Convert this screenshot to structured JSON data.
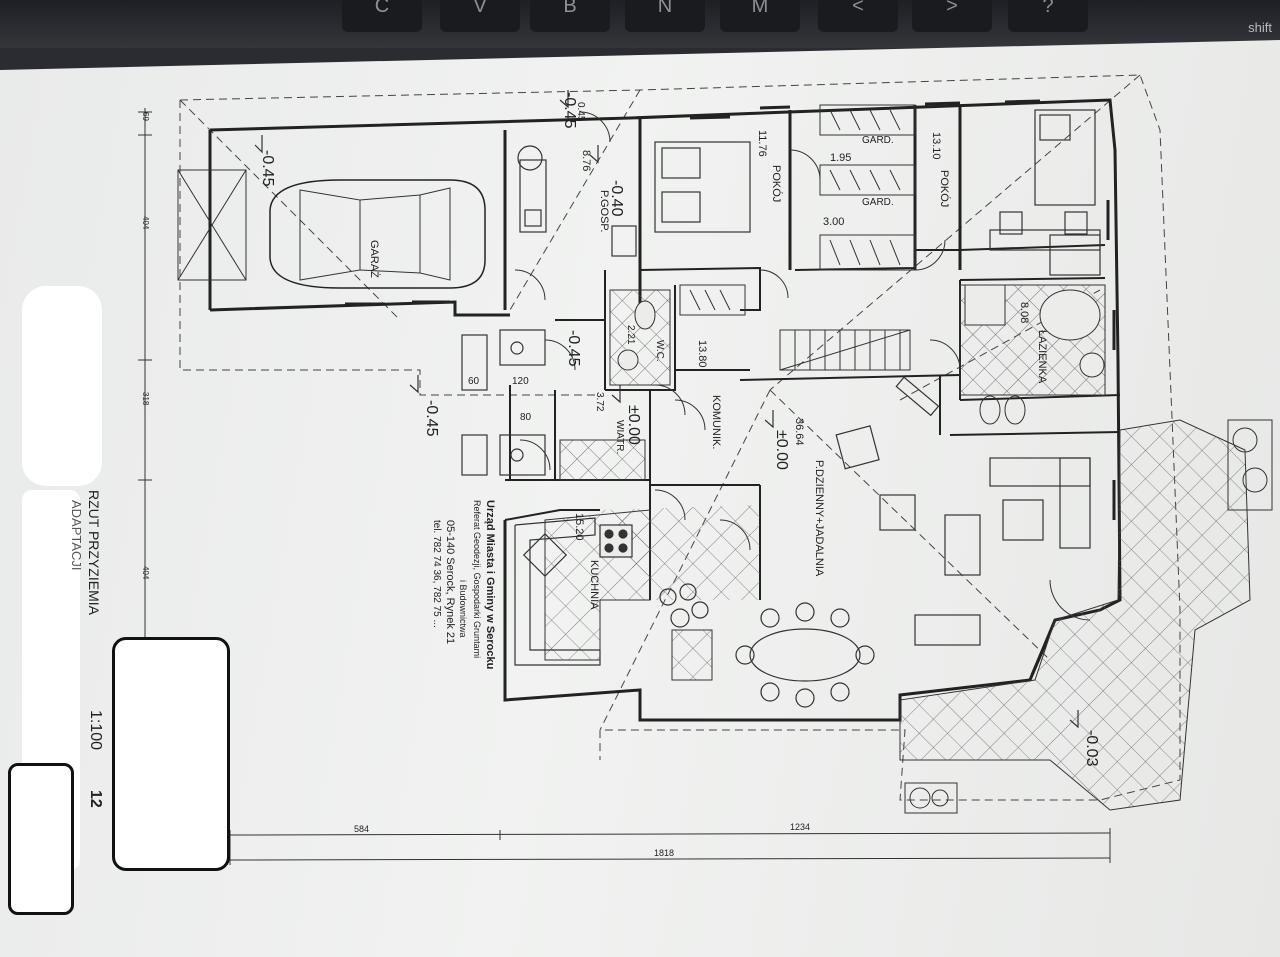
{
  "keyboard": {
    "keys": [
      "C",
      "V",
      "B",
      "N",
      "M",
      "<",
      ">",
      "?"
    ],
    "shift_label": "shift"
  },
  "plan": {
    "title": "RZUT PRZYZIEMIA",
    "subtitle": "ADAPTACJI",
    "scale": "1:100",
    "sheet": "12",
    "dimensions": {
      "bottom_left": "584",
      "bottom_right": "1234",
      "bottom_total": "1818",
      "left_top": "69",
      "left_1": "404",
      "left_2": "318",
      "left_3": "404"
    },
    "levels": [
      "-0.45",
      "-0.45",
      "-0.45",
      "-0.40",
      "-0.45",
      "±0.00",
      "±0.00",
      "-0.03"
    ],
    "rooms": [
      {
        "name": "GARAŻ"
      },
      {
        "name": "P.GOSP.",
        "area": "8.76"
      },
      {
        "name": "POKÓJ",
        "area": "11.76"
      },
      {
        "name": "GARD.",
        "area": "1.95"
      },
      {
        "name": "GARD.",
        "area": "3.00"
      },
      {
        "name": "POKÓJ",
        "area": "13.10"
      },
      {
        "name": "W.C.",
        "area": "2.21"
      },
      {
        "name": "KOMUNIK.",
        "area": "13.80"
      },
      {
        "name": "ŁAZIENKA",
        "area": "8.08"
      },
      {
        "name": "WIATR.",
        "area": "3.72"
      },
      {
        "name": "KUCHNIA",
        "area": "15.20"
      },
      {
        "name": "P.DZIENNY+JADALNIA",
        "area": "36.64"
      }
    ],
    "small_dims": [
      "0.45",
      "60",
      "120",
      "80"
    ],
    "stamp": {
      "lines": [
        "Urząd Miasta i Gminy w Serocku",
        "Referat Geodezji, Gospodarki Gruntami",
        "i Budownictwa",
        "05-140 Serock, Rynek 21",
        "tel. 782 74 36, 782 75 ..."
      ]
    }
  },
  "colors": {
    "paper": "#ececeb",
    "ink": "#2b2b2b",
    "redaction": "#ffffff",
    "desk": "#2a2c31"
  }
}
